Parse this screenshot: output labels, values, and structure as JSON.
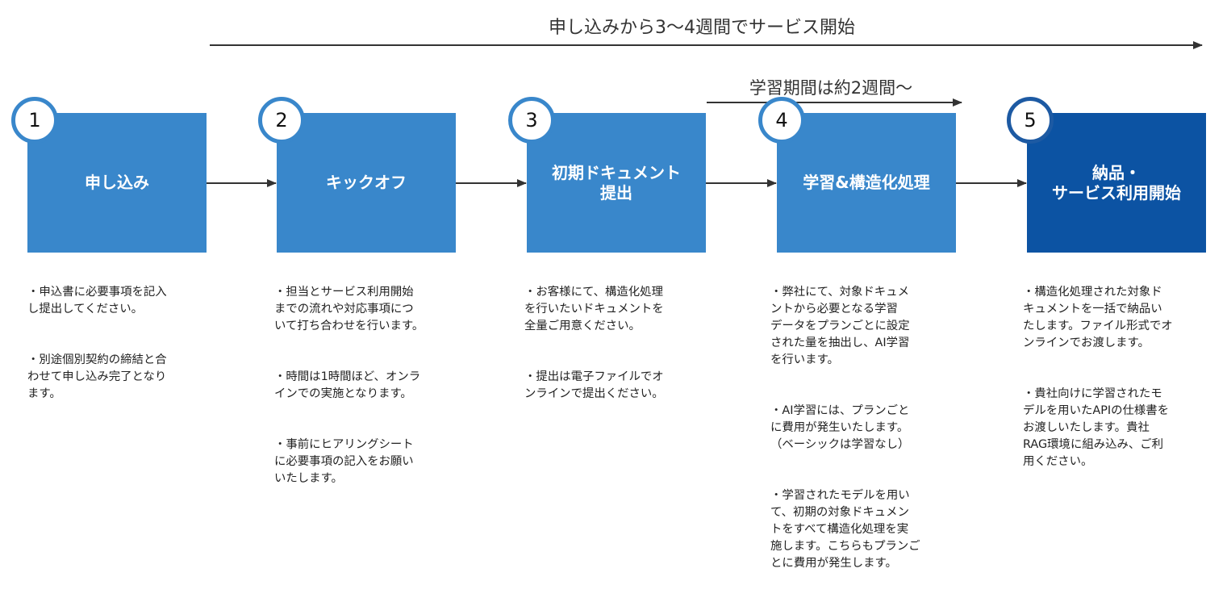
{
  "timeline": {
    "overall": "申し込みから3〜4週間でサービス開始",
    "learning": "学習期間は約2週間〜"
  },
  "colors": {
    "step": "#3987cb",
    "final": "#0c53a3",
    "line": "#333333"
  },
  "steps": [
    {
      "number": "1",
      "title": "申し込み",
      "desc": [
        "・申込書に必要事項を記入\nし提出してください。",
        "・別途個別契約の締結と合\nわせて申し込み完了となり\nます。"
      ]
    },
    {
      "number": "2",
      "title": "キックオフ",
      "desc": [
        "・担当とサービス利用開始\nまでの流れや対応事項につ\nいて打ち合わせを行います。",
        "・時間は1時間ほど、オンラ\nインでの実施となります。",
        "・事前にヒアリングシート\nに必要事項の記入をお願い\nいたします。"
      ]
    },
    {
      "number": "3",
      "title": "初期ドキュメント\n提出",
      "desc": [
        "・お客様にて、構造化処理\nを行いたいドキュメントを\n全量ご用意ください。",
        "・提出は電子ファイルでオ\nンラインで提出ください。"
      ]
    },
    {
      "number": "4",
      "title": "学習&構造化処理",
      "desc": [
        "・弊社にて、対象ドキュメ\nントから必要となる学習\nデータをプランごとに設定\nされた量を抽出し、AI学習\nを行います。",
        "・AI学習には、プランごと\nに費用が発生いたします。\n（ベーシックは学習なし）",
        "・学習されたモデルを用い\nて、初期の対象ドキュメン\nトをすべて構造化処理を実\n施します。こちらもプランご\nとに費用が発生します。"
      ]
    },
    {
      "number": "5",
      "title": "納品・\nサービス利用開始",
      "desc": [
        "・構造化処理された対象ド\nキュメントを一括で納品い\nたします。ファイル形式でオ\nンラインでお渡します。",
        "・貴社向けに学習されたモ\nデルを用いたAPIの仕様書を\nお渡しいたします。貴社\nRAG環境に組み込み、ご利\n用ください。"
      ]
    }
  ]
}
